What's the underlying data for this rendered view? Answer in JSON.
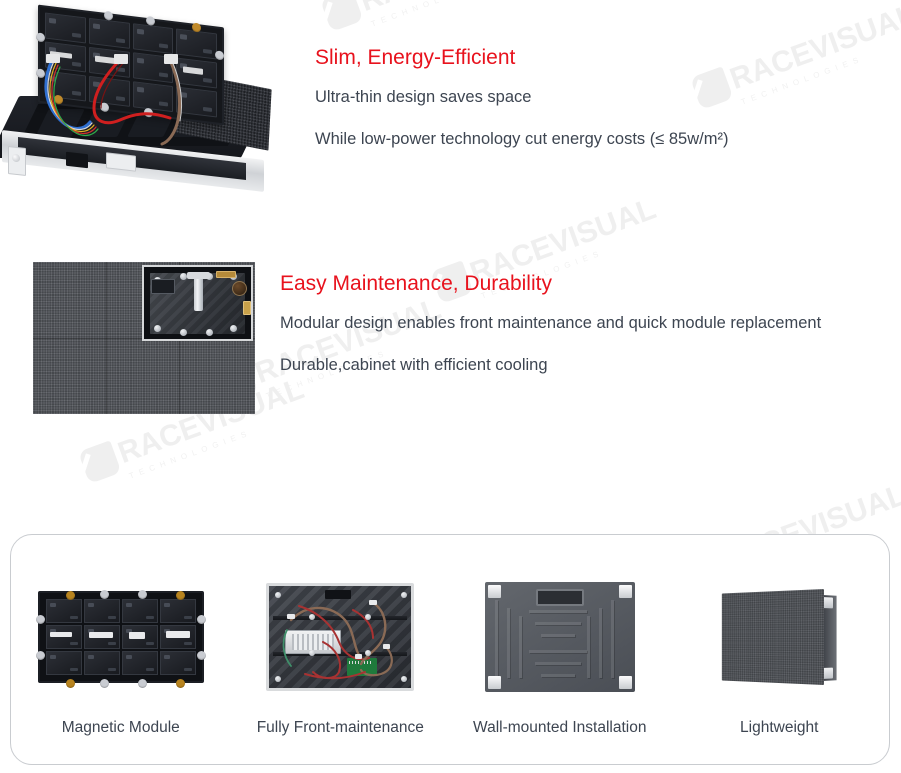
{
  "page": {
    "background": "#ffffff",
    "accent_red": "#e8121d",
    "body_text_color": "#3d4551",
    "panel_border_color": "#c9ccd0"
  },
  "watermark": {
    "brand": "RACEVISUAL",
    "tagline": "TECHNOLOGIES",
    "color": "#efefef"
  },
  "features": [
    {
      "title": "Slim, Energy-Efficient",
      "lines": [
        "Ultra-thin design saves space",
        "While low-power technology cut energy costs (≤ 85w/m²)"
      ],
      "image_name": "led-cabinet-open-module-photo"
    },
    {
      "title": "Easy Maintenance, Durability",
      "lines": [
        "Modular design enables front maintenance and quick module replacement",
        "Durable,cabinet with efficient cooling"
      ],
      "image_name": "led-front-service-photo"
    }
  ],
  "cards": [
    {
      "caption": "Magnetic Module",
      "image_name": "magnetic-module-rear-photo"
    },
    {
      "caption": "Fully Front-maintenance",
      "image_name": "cabinet-interior-photo"
    },
    {
      "caption": "Wall-mounted Installation",
      "image_name": "cabinet-back-cover-photo"
    },
    {
      "caption": "Lightweight",
      "image_name": "led-panel-perspective-photo"
    }
  ]
}
